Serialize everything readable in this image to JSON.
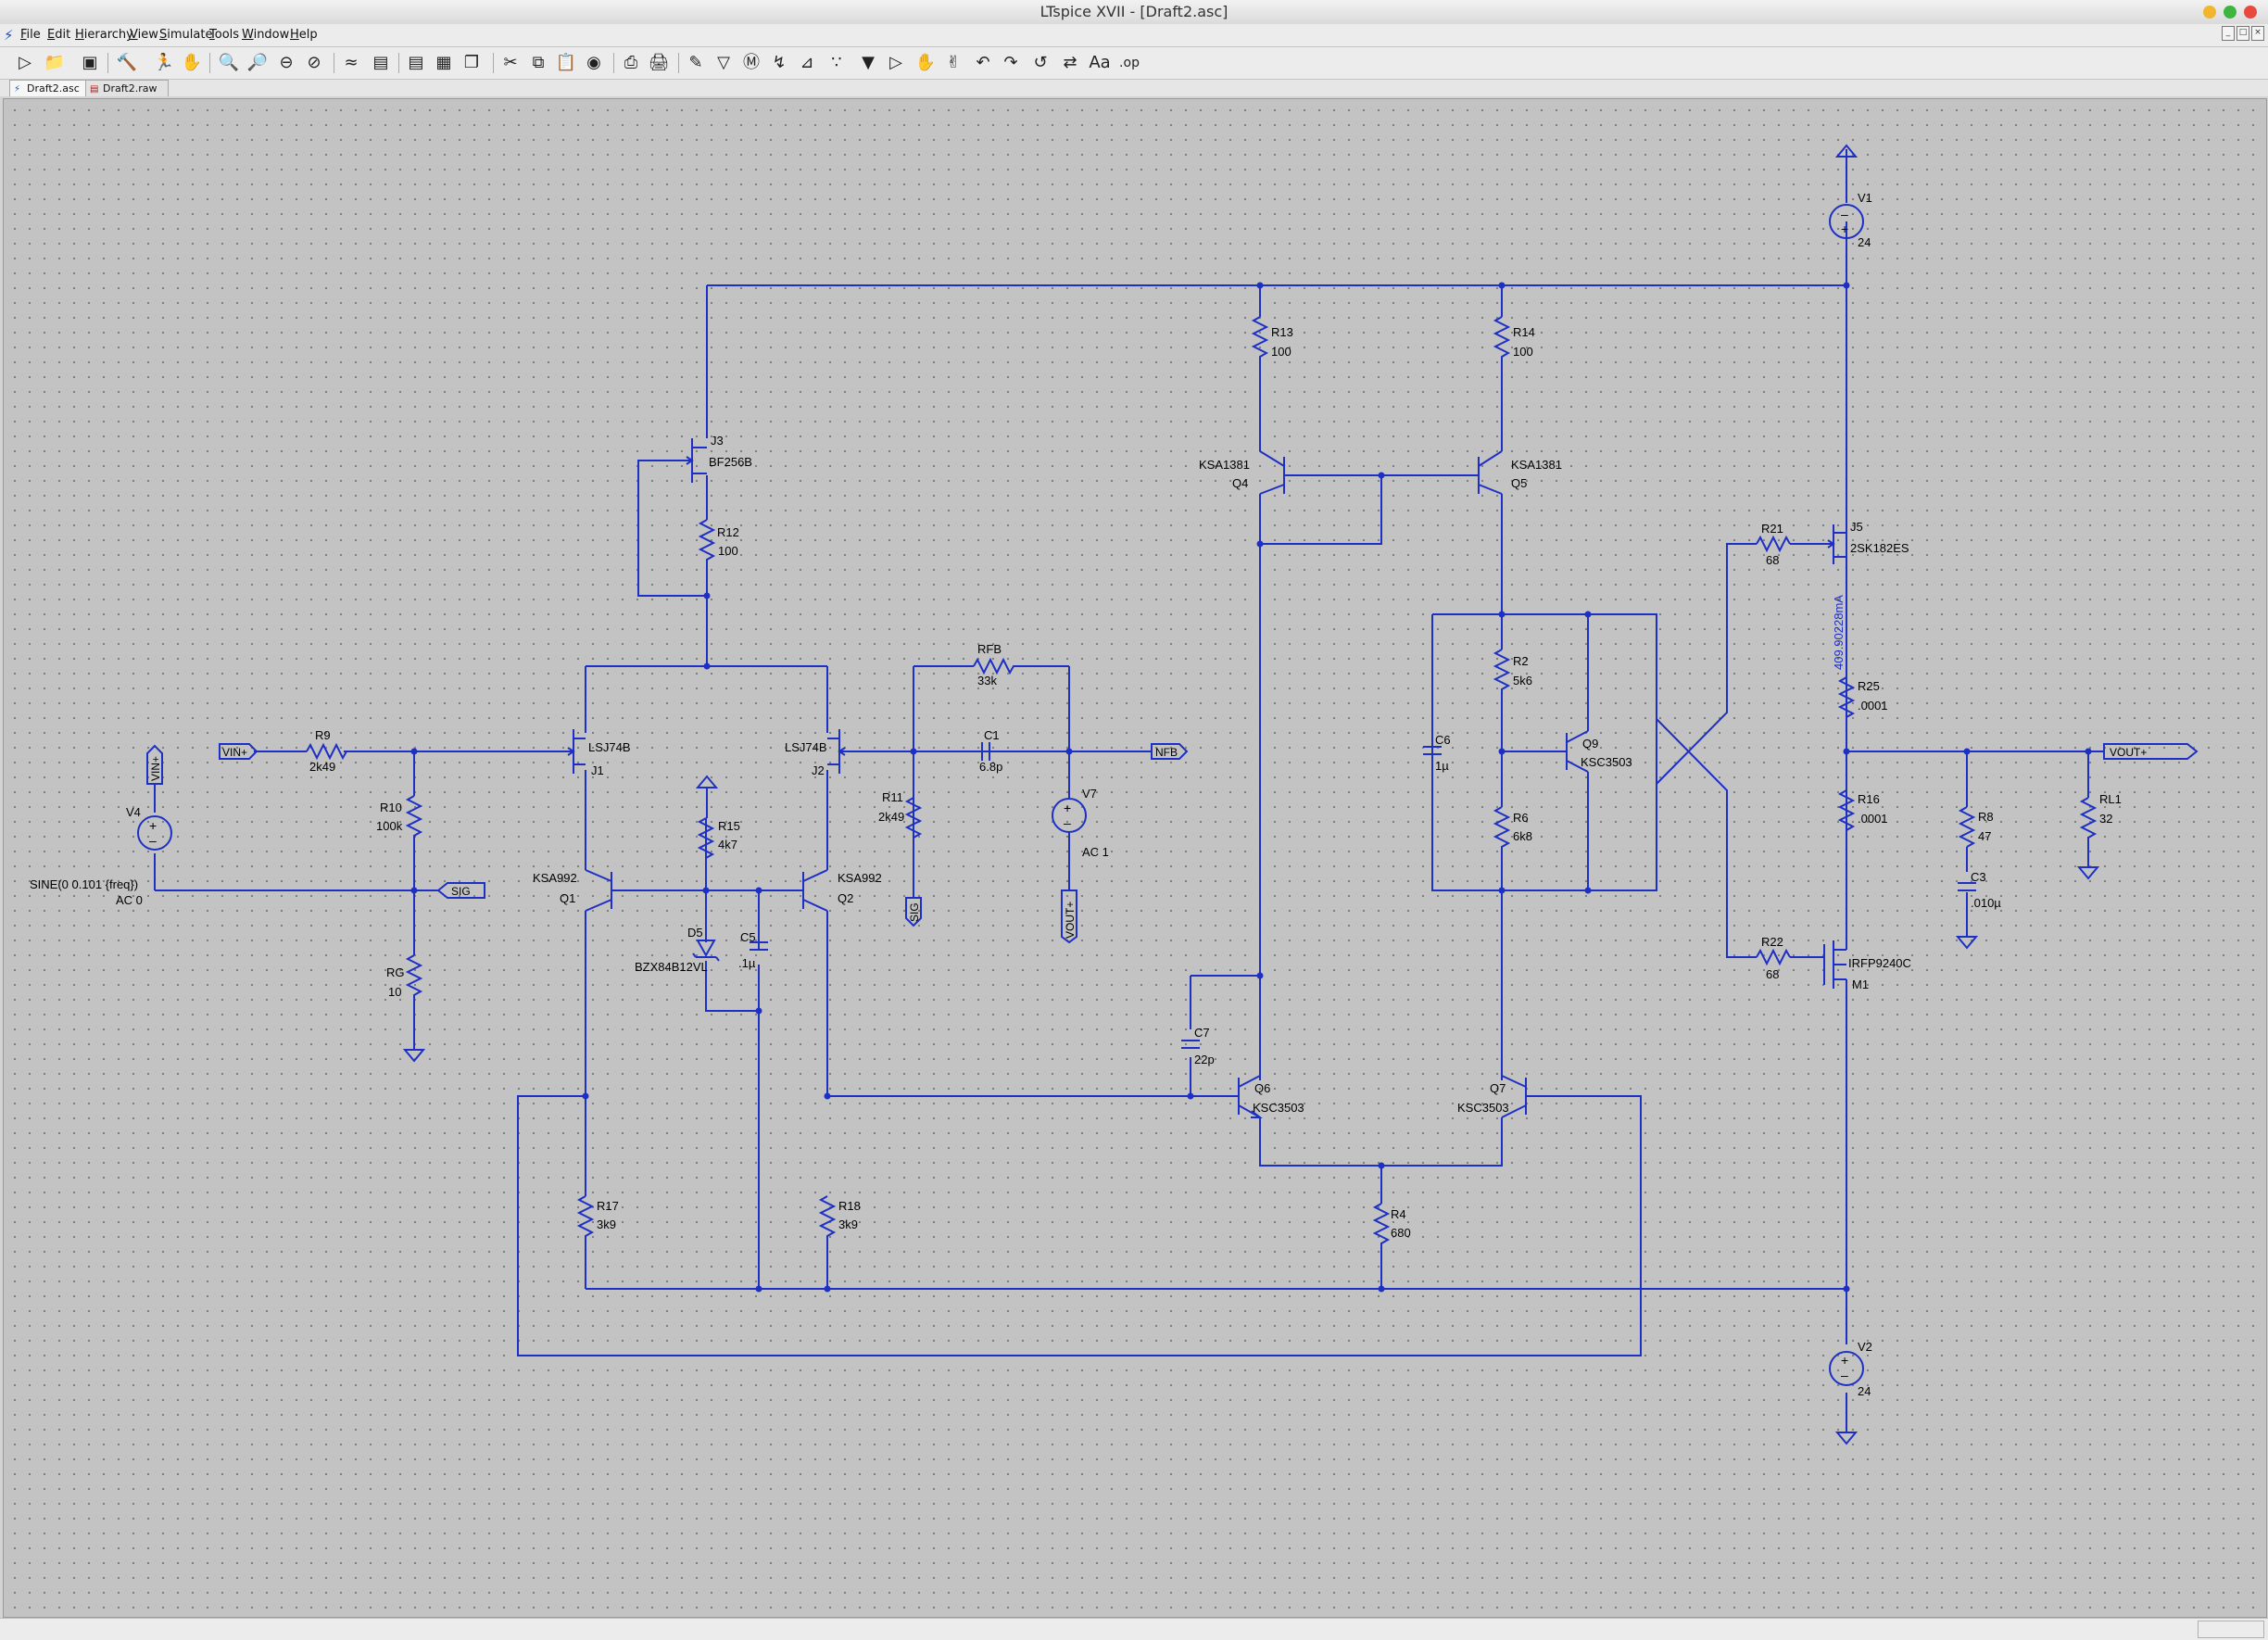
{
  "window": {
    "title": "LTspice XVII - [Draft2.asc]"
  },
  "menu": [
    "File",
    "Edit",
    "Hierarchy",
    "View",
    "Simulate",
    "Tools",
    "Window",
    "Help"
  ],
  "toolbar": [
    "new-schematic-icon",
    "open-icon",
    "save-icon",
    "control-panel-icon",
    "run-icon",
    "halt-icon",
    "zoom-in-icon",
    "zoom-pan-icon",
    "zoom-out-icon",
    "zoom-fit-icon",
    "waveform-autorange-icon",
    "waveform-icon",
    "tile-horizontal-icon",
    "tile-vertical-icon",
    "cascade-icon",
    "cut-icon",
    "copy-icon",
    "paste-icon",
    "find-icon",
    "print-setup-icon",
    "print-icon",
    "wire-icon",
    "ground-icon",
    "label-net-icon",
    "resistor-icon",
    "capacitor-icon",
    "inductor-icon",
    "diode-icon",
    "component-icon",
    "move-icon",
    "drag-icon",
    "undo-icon",
    "redo-icon",
    "rotate-icon",
    "mirror-icon",
    "text-icon",
    "spice-directive-icon"
  ],
  "tabs": [
    {
      "label": "Draft2.asc",
      "icon": "schematic-tab-icon"
    },
    {
      "label": "Draft2.raw",
      "icon": "waveform-tab-icon"
    }
  ],
  "colors": {
    "wire": "#1e30c4",
    "canvas": "#c3c3c3"
  },
  "components": [
    {
      "ref": "V1",
      "value": "24"
    },
    {
      "ref": "V2",
      "value": "24"
    },
    {
      "ref": "V4",
      "value": "SINE(0 0.101 {freq})",
      "value2": "AC 0"
    },
    {
      "ref": "V7",
      "value": "AC 1"
    },
    {
      "ref": "R9",
      "value": "2k49"
    },
    {
      "ref": "R10",
      "value": "100k"
    },
    {
      "ref": "RG",
      "value": "10"
    },
    {
      "ref": "R12",
      "value": "100"
    },
    {
      "ref": "R13",
      "value": "100"
    },
    {
      "ref": "R14",
      "value": "100"
    },
    {
      "ref": "R15",
      "value": "4k7"
    },
    {
      "ref": "RFB",
      "value": "33k"
    },
    {
      "ref": "R11",
      "value": "2k49"
    },
    {
      "ref": "R2",
      "value": "5k6"
    },
    {
      "ref": "R6",
      "value": "6k8"
    },
    {
      "ref": "R21",
      "value": "68"
    },
    {
      "ref": "R22",
      "value": "68"
    },
    {
      "ref": "R25",
      "value": ".0001"
    },
    {
      "ref": "R16",
      "value": ".0001"
    },
    {
      "ref": "R8",
      "value": "47"
    },
    {
      "ref": "RL1",
      "value": "32"
    },
    {
      "ref": "R17",
      "value": "3k9"
    },
    {
      "ref": "R18",
      "value": "3k9"
    },
    {
      "ref": "R4",
      "value": "680"
    },
    {
      "ref": "C1",
      "value": "6.8p"
    },
    {
      "ref": "C5",
      "value": ".1µ"
    },
    {
      "ref": "C6",
      "value": "1µ"
    },
    {
      "ref": "C7",
      "value": "22p"
    },
    {
      "ref": "C3",
      "value": ".010µ"
    },
    {
      "ref": "D5",
      "value": "BZX84B12VL"
    },
    {
      "ref": "J1",
      "value": "LSJ74B"
    },
    {
      "ref": "J2",
      "value": "LSJ74B"
    },
    {
      "ref": "J3",
      "value": "BF256B"
    },
    {
      "ref": "J5",
      "value": "2SK182ES"
    },
    {
      "ref": "Q1",
      "value": "KSA992"
    },
    {
      "ref": "Q2",
      "value": "KSA992"
    },
    {
      "ref": "Q4",
      "value": "KSA1381"
    },
    {
      "ref": "Q5",
      "value": "KSA1381"
    },
    {
      "ref": "Q6",
      "value": "KSC3503"
    },
    {
      "ref": "Q7",
      "value": "KSC3503"
    },
    {
      "ref": "Q9",
      "value": "KSC3503"
    },
    {
      "ref": "M1",
      "value": "IRFP9240C"
    }
  ],
  "nets": {
    "vin": "VIN+",
    "sig": "SIG",
    "nfb": "NFB",
    "vout": "VOUT+"
  },
  "annotation": "409.90228mA"
}
